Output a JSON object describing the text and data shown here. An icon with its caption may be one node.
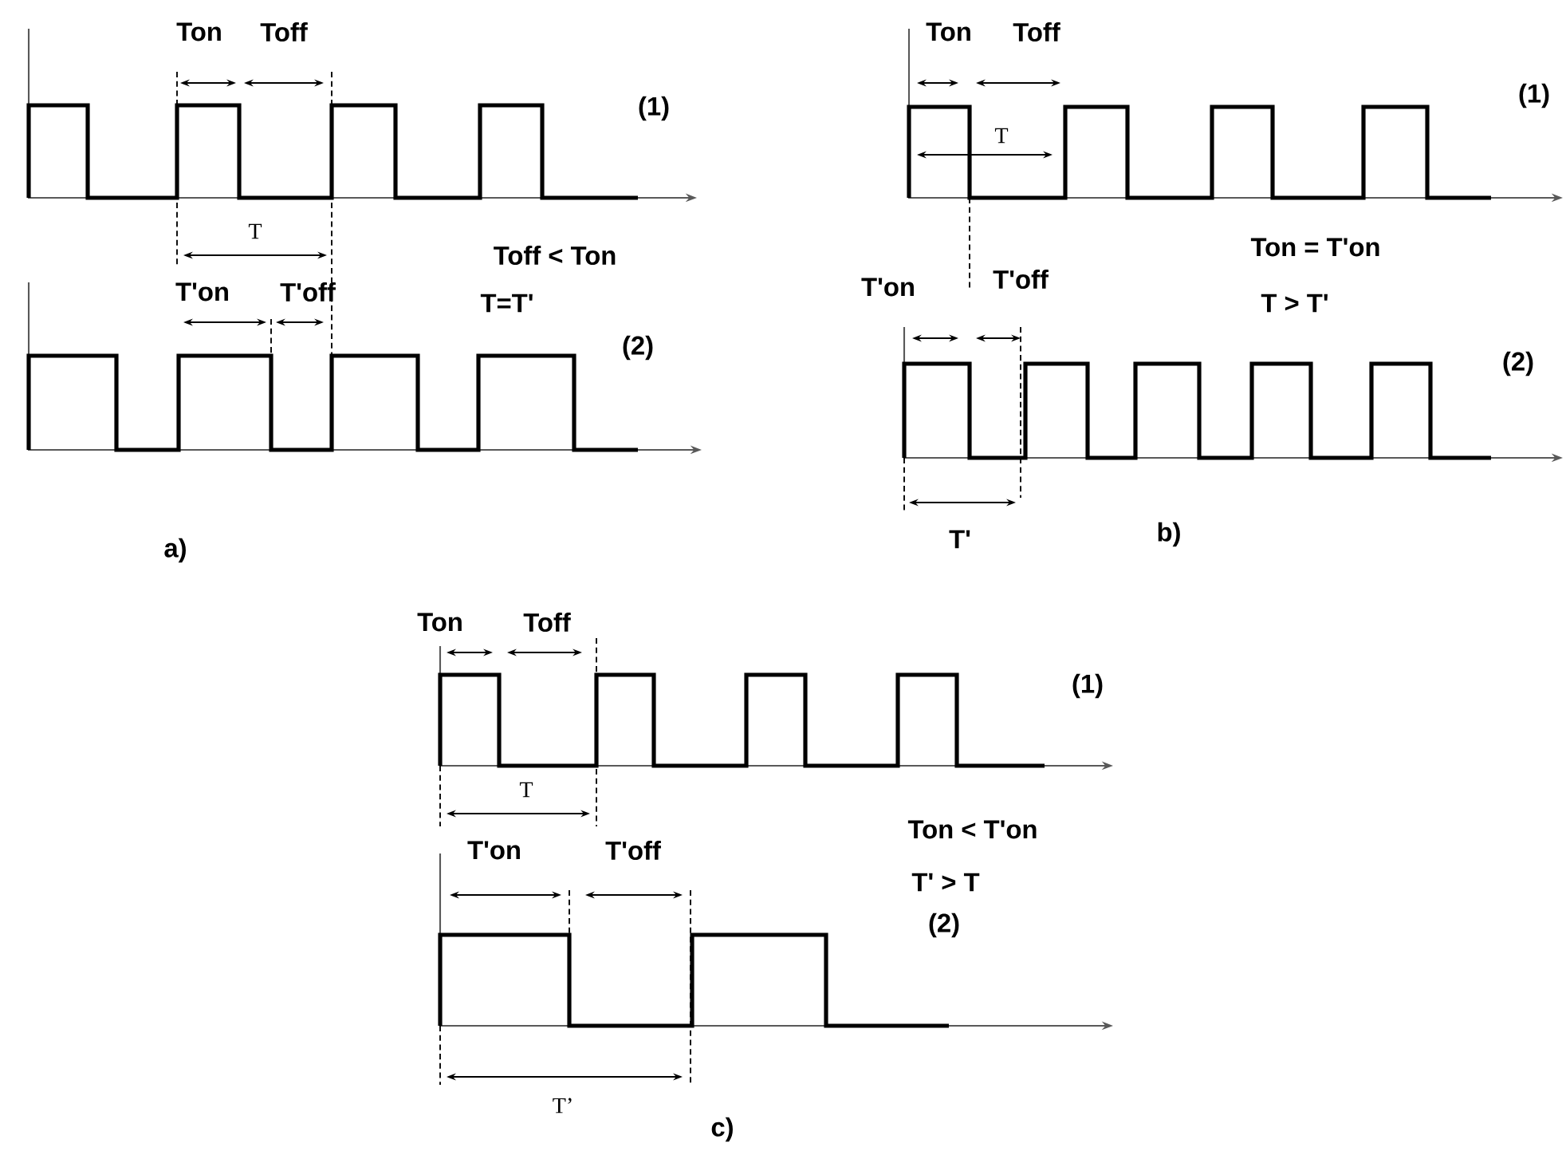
{
  "diagram": {
    "labels": [
      "Ton",
      "Toff",
      "(1)",
      "T",
      "Toff < Ton",
      "T=T'",
      "T'on",
      "T'off",
      "(2)",
      "a)",
      "Ton",
      "Toff",
      "(1)",
      "T",
      "Ton = T'on",
      "T > T'",
      "T'on",
      "T'off",
      "(2)",
      "T'",
      "b)",
      "Ton",
      "Toff",
      "(1)",
      "T",
      "Ton < T'on",
      "T' > T",
      "T'on",
      "T'off",
      "(2)",
      "T’",
      "c)"
    ]
  }
}
